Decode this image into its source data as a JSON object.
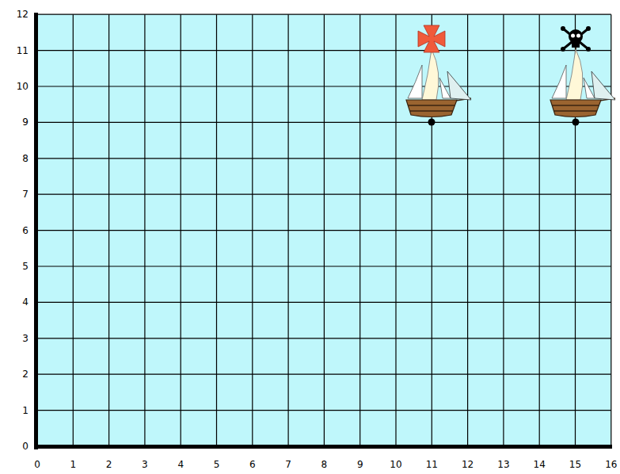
{
  "diagram": {
    "labels": [
      "12",
      "11",
      "10",
      "9",
      "8",
      "7",
      "6",
      "5",
      "4",
      "3",
      "2",
      "1",
      "0",
      "0",
      "1",
      "2",
      "3",
      "4",
      "5",
      "6",
      "7",
      "8",
      "9",
      "10",
      "11",
      "12",
      "13",
      "14",
      "15",
      "16"
    ]
  }
}
